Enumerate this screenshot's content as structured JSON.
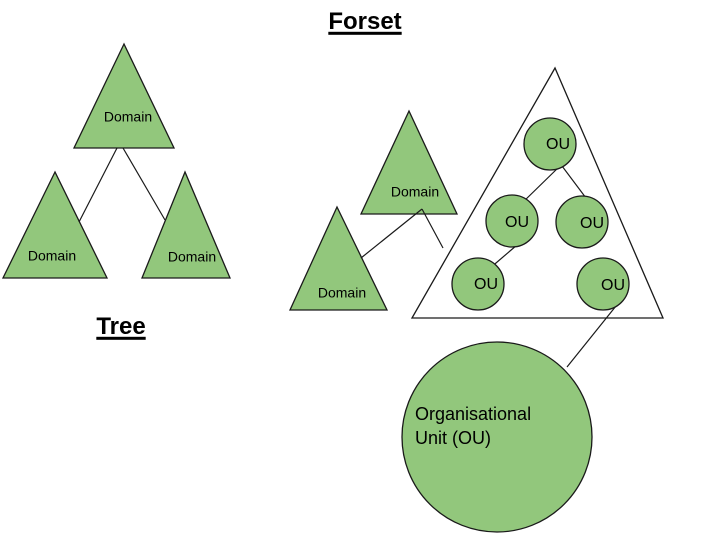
{
  "title": "Forset",
  "colors": {
    "shape_fill": "#92C77C",
    "shape_stroke": "#1A1A1A",
    "outline_triangle_fill": "#FFFFFF",
    "text": "#000000",
    "background": "#FFFFFF"
  },
  "tree": {
    "caption": "Tree",
    "root_domain": {
      "label": "Domain"
    },
    "child_domains": [
      {
        "label": "Domain"
      },
      {
        "label": "Domain"
      }
    ]
  },
  "forest": {
    "domains": [
      {
        "label": "Domain"
      },
      {
        "label": "Domain"
      }
    ],
    "ous": [
      {
        "label": "OU"
      },
      {
        "label": "OU"
      },
      {
        "label": "OU"
      },
      {
        "label": "OU"
      },
      {
        "label": "OU"
      }
    ],
    "organisational_unit": {
      "label": "Organisational Unit (OU)"
    }
  }
}
